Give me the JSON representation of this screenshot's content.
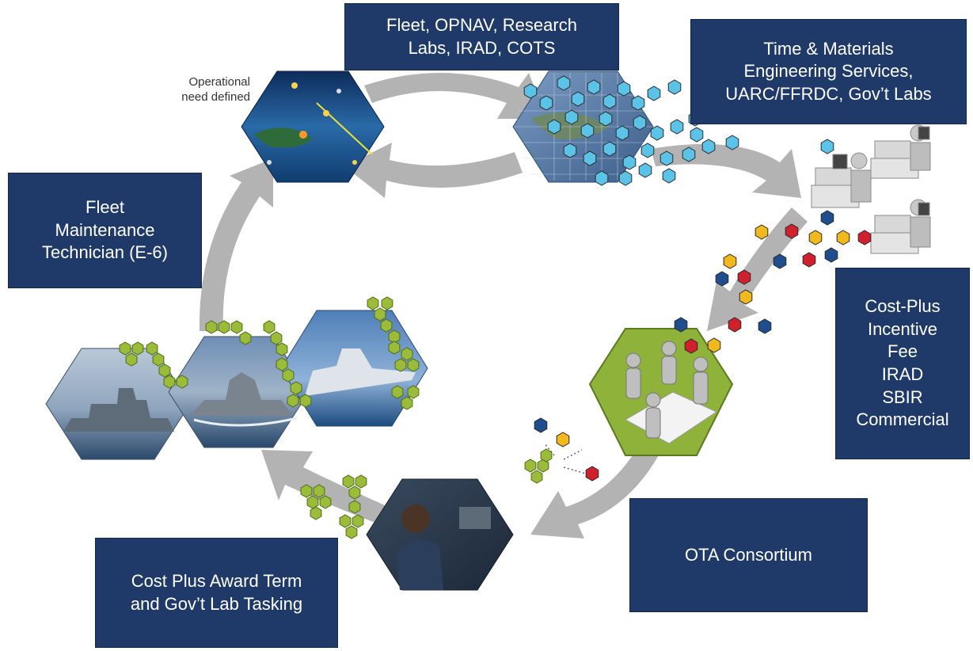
{
  "boxes": {
    "top_center": {
      "lines": [
        "Fleet, OPNAV, Research",
        "Labs, IRAD, COTS"
      ]
    },
    "top_right": {
      "lines": [
        "Time & Materials",
        "Engineering Services,",
        "UARC/FFRDC, Gov’t Labs"
      ]
    },
    "left": {
      "lines": [
        "Fleet",
        "Maintenance",
        "Technician (E-6)"
      ]
    },
    "right": {
      "lines": [
        "Cost-Plus",
        "Incentive",
        "Fee",
        "IRAD",
        "SBIR",
        "Commercial"
      ]
    },
    "bottom_right": {
      "lines": [
        "OTA Consortium"
      ]
    },
    "bottom_left": {
      "lines": [
        "Cost Plus Award Term",
        "and Gov’t Lab Tasking"
      ]
    }
  },
  "caption": {
    "lines": [
      "Operational",
      "need defined"
    ]
  },
  "colors": {
    "box_fill": "#1f3a68",
    "arrow": "#b3b3b3",
    "hex_blue": "#5bc3e8",
    "hex_yellow": "#f2b91e",
    "hex_red": "#d0202e",
    "hex_navy": "#1f4e8c",
    "hex_green": "#9bbb3b",
    "lab_green": "#8fb33a"
  }
}
